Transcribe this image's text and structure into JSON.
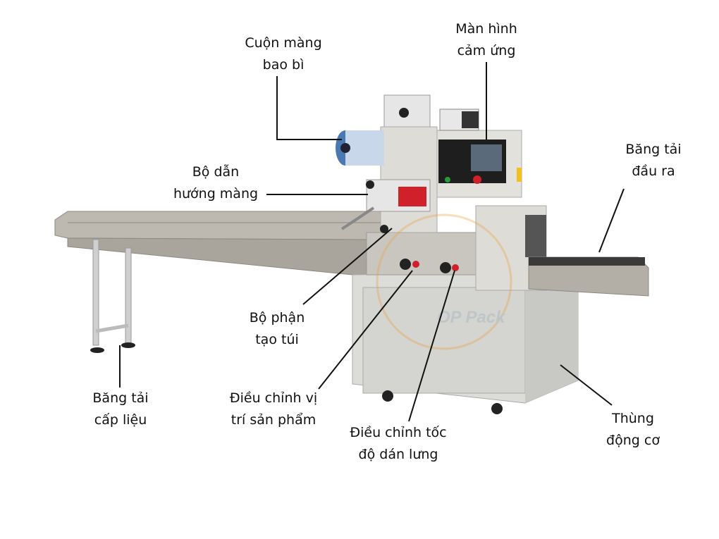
{
  "labels": {
    "film_roll": {
      "line1": "Cuộn màng",
      "line2": "bao bì"
    },
    "touch_screen": {
      "line1": "Màn hình",
      "line2": "cảm ứng"
    },
    "film_guide": {
      "line1": "Bộ dẫn",
      "line2": "hướng màng"
    },
    "output_conveyor": {
      "line1": "Băng tải",
      "line2": "đầu ra"
    },
    "bag_former": {
      "line1": "Bộ phận",
      "line2": "tạo túi"
    },
    "feed_conveyor": {
      "line1": "Băng tải",
      "line2": "cấp liệu"
    },
    "product_position": {
      "line1": "Điều chỉnh vị",
      "line2": "trí sản phẩm"
    },
    "seal_speed": {
      "line1": "Điều chỉnh tốc",
      "line2": "độ dán lưng"
    },
    "motor_box": {
      "line1": "Thùng",
      "line2": "động cơ"
    }
  },
  "watermark": "OP Pack",
  "colors": {
    "machine": "#d9d9d6",
    "steel": "#a9a59c",
    "panel": "#1e1e1e",
    "roller": "#d0202a",
    "film": "#4a78b0",
    "line": "#111111"
  }
}
